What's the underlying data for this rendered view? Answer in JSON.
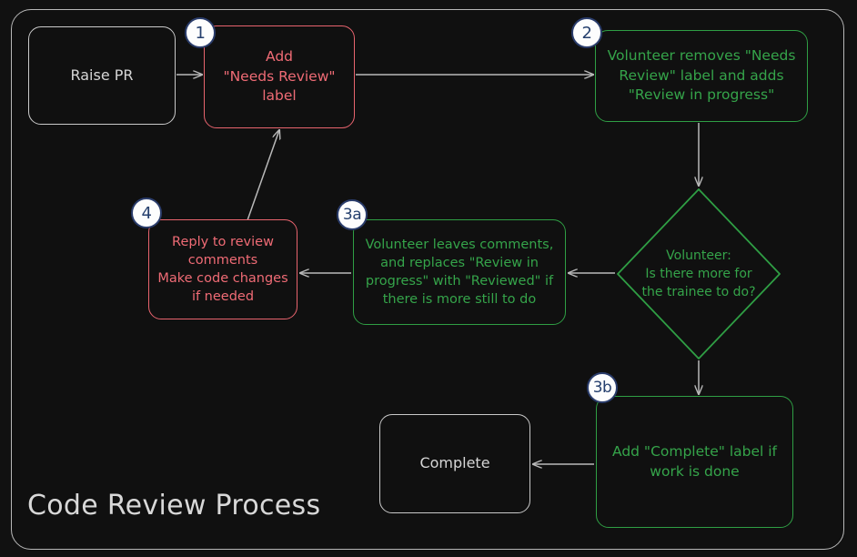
{
  "diagram": {
    "title": "Code Review Process",
    "colors": {
      "background": "#111111",
      "frame_border": "#b8b8b8",
      "neutral_stroke": "#c9c9c9",
      "neutral_text": "#d6d6d6",
      "red_stroke": "#e8646e",
      "red_text": "#ef6b75",
      "green_stroke": "#2f9e44",
      "green_text": "#35a44a",
      "badge_fill": "#fdfdfd",
      "badge_stroke": "#2a3c6b",
      "badge_text": "#26406e",
      "edge_stroke": "#b9b9b9"
    },
    "nodes": [
      {
        "id": "raise-pr",
        "label": "Raise PR",
        "shape": "rounded-rect",
        "style": "neutral",
        "badge": null
      },
      {
        "id": "add-needs-review-label",
        "label": "Add\n\"Needs Review\"\nlabel",
        "shape": "rounded-rect",
        "style": "red",
        "badge": "1"
      },
      {
        "id": "volunteer-removes-needs-review",
        "label": "Volunteer removes \"Needs\nReview\" label and adds\n\"Review in progress\"",
        "shape": "rounded-rect",
        "style": "green",
        "badge": "2"
      },
      {
        "id": "decision-more-for-trainee",
        "label": "Volunteer:\nIs there more for\nthe trainee to do?",
        "shape": "diamond",
        "style": "green",
        "badge": null
      },
      {
        "id": "volunteer-leaves-comments",
        "label": "Volunteer leaves comments,\nand replaces \"Review in\nprogress\" with \"Reviewed\" if\nthere is more still to do",
        "shape": "rounded-rect",
        "style": "green",
        "badge": "3a"
      },
      {
        "id": "reply-to-review-comments",
        "label": "Reply to review\ncomments\nMake code changes\nif needed",
        "shape": "rounded-rect",
        "style": "red",
        "badge": "4"
      },
      {
        "id": "add-complete-label",
        "label": "Add \"Complete\" label if\nwork is done",
        "shape": "rounded-rect",
        "style": "green",
        "badge": "3b"
      },
      {
        "id": "complete",
        "label": "Complete",
        "shape": "rounded-rect",
        "style": "neutral",
        "badge": null
      }
    ],
    "edges": [
      {
        "from": "raise-pr",
        "to": "add-needs-review-label",
        "label": ""
      },
      {
        "from": "add-needs-review-label",
        "to": "volunteer-removes-needs-review",
        "label": ""
      },
      {
        "from": "volunteer-removes-needs-review",
        "to": "decision-more-for-trainee",
        "label": ""
      },
      {
        "from": "decision-more-for-trainee",
        "to": "volunteer-leaves-comments",
        "label": ""
      },
      {
        "from": "decision-more-for-trainee",
        "to": "add-complete-label",
        "label": ""
      },
      {
        "from": "volunteer-leaves-comments",
        "to": "reply-to-review-comments",
        "label": ""
      },
      {
        "from": "reply-to-review-comments",
        "to": "add-needs-review-label",
        "label": ""
      },
      {
        "from": "add-complete-label",
        "to": "complete",
        "label": ""
      }
    ]
  }
}
